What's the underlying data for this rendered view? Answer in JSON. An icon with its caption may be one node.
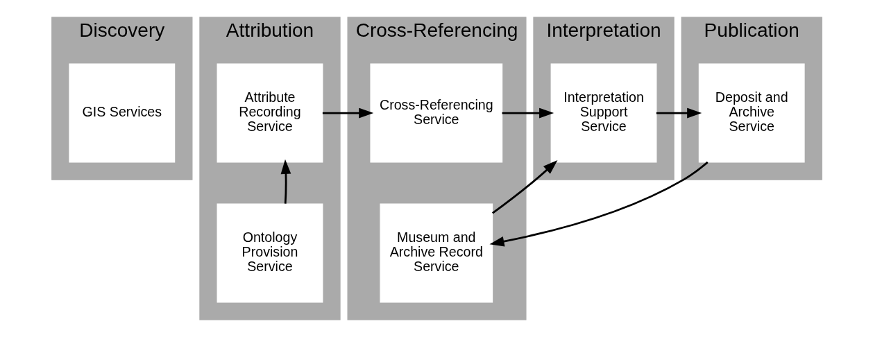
{
  "diagram": {
    "nodes": [
      {
        "text": [
          "Discovery"
        ]
      },
      {
        "text": [
          "GIS Services"
        ],
        "in": 0
      },
      {
        "text": [
          "Attribution"
        ]
      },
      {
        "text": [
          "Attribute Recording Service"
        ],
        "in": 2
      },
      {
        "text": [
          "Ontology Provision Service"
        ],
        "in": 2
      },
      {
        "text": [
          "Cross-Referencing"
        ]
      },
      {
        "text": [
          "Cross-Referencing Service"
        ],
        "in": 5
      },
      {
        "text": [
          "Museum and Archive Record Service"
        ],
        "in": 5
      },
      {
        "text": [
          "Interpretation"
        ]
      },
      {
        "text": [
          "Interpretation Support Service"
        ],
        "in": 8
      },
      {
        "text": [
          "Publication"
        ]
      },
      {
        "text": [
          "Deposit and Archive Service"
        ],
        "in": 10
      }
    ],
    "edges": [
      {
        "from": 4,
        "to": 3,
        "arrow": "to"
      },
      {
        "from": 3,
        "to": 6,
        "arrow": "to"
      },
      {
        "from": 6,
        "to": 9,
        "arrow": "to"
      },
      {
        "from": 9,
        "to": 11,
        "arrow": "to"
      },
      {
        "from": 7,
        "to": 9,
        "arrow": "to"
      },
      {
        "from": 11,
        "to": 7,
        "arrow": "to"
      }
    ]
  }
}
